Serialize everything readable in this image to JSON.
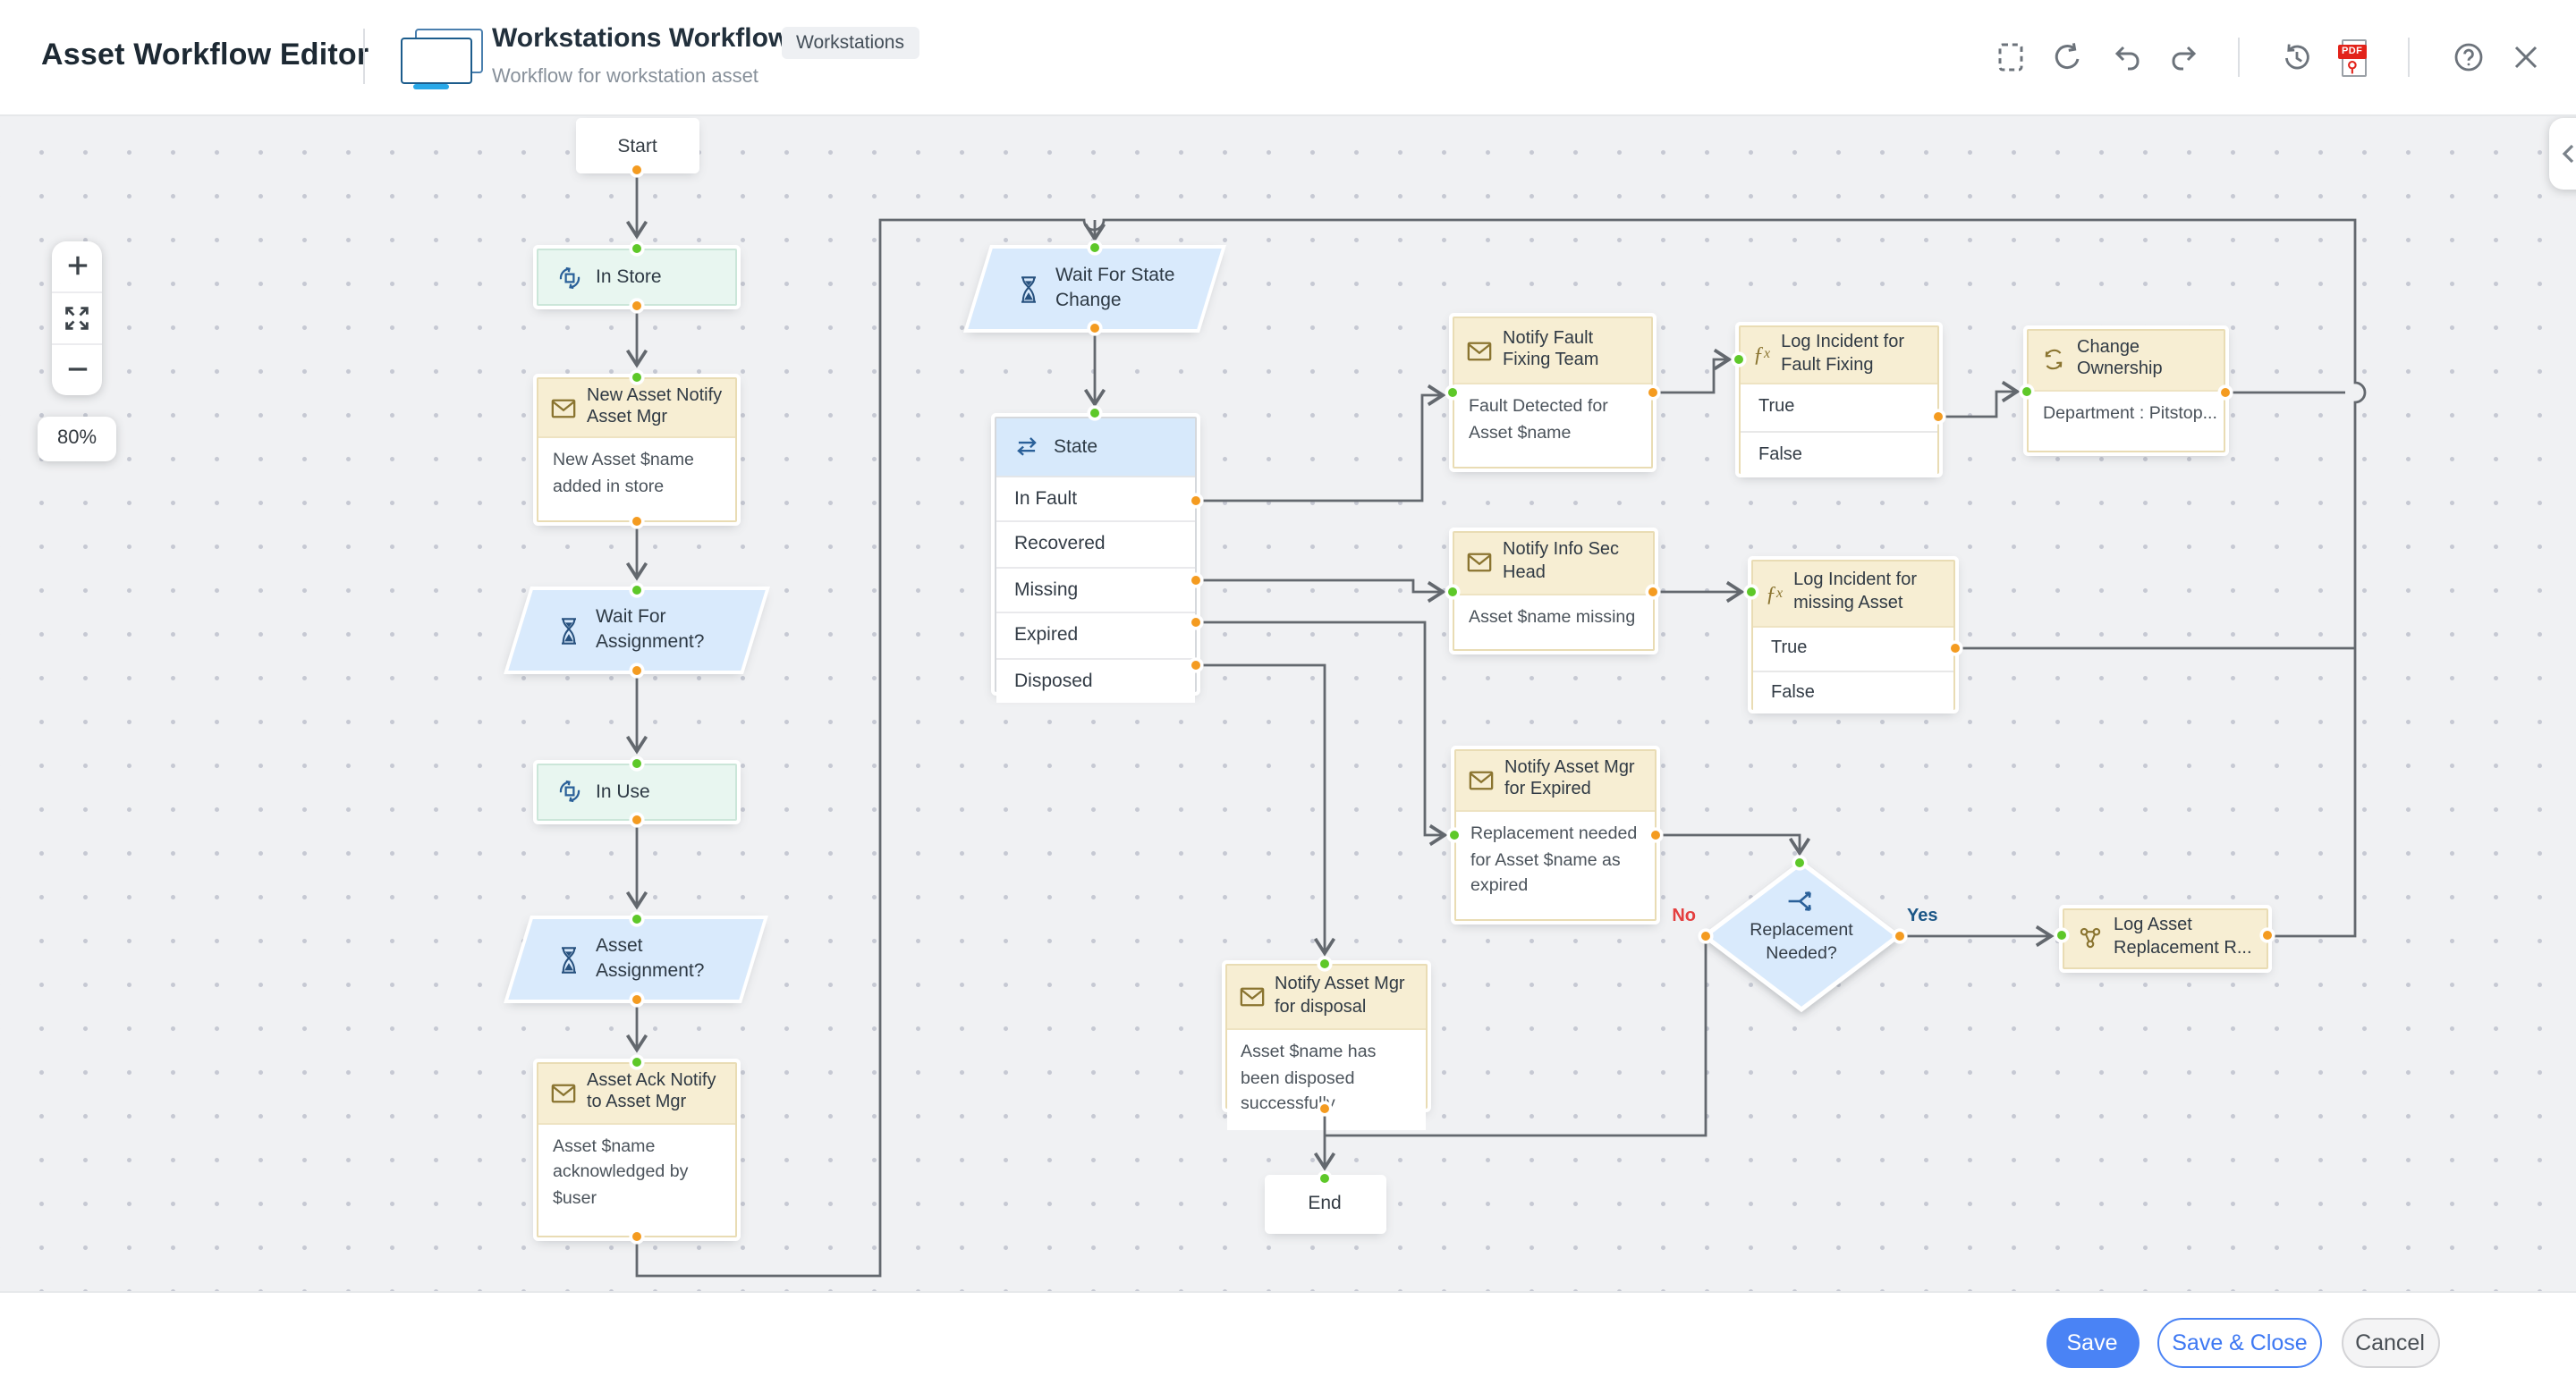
{
  "header": {
    "app_title": "Asset Workflow Editor",
    "workflow": {
      "title": "Workstations Workflow",
      "tag": "Workstations",
      "subtitle": "Workflow for workstation asset"
    },
    "toolbar": {
      "pdf_label": "PDF",
      "help_glyph": "?"
    }
  },
  "canvas": {
    "zoom_controls": {
      "zoom_level": "80%"
    },
    "edge_labels": {
      "no": "No",
      "yes": "Yes"
    },
    "nodes": {
      "start": {
        "label": "Start"
      },
      "in_store": {
        "label": "In Store"
      },
      "new_asset_notify": {
        "title": "New Asset Notify Asset Mgr",
        "body": "New Asset $name added in store"
      },
      "wait_for_assignment": {
        "title": "Wait For Assignment?"
      },
      "in_use": {
        "label": "In Use"
      },
      "asset_assignment": {
        "title": "Asset Assignment?"
      },
      "asset_ack_notify": {
        "title": "Asset Ack Notify to Asset Mgr",
        "body": "Asset $name acknowledged by $user"
      },
      "wait_for_state_change": {
        "title": "Wait For State Change"
      },
      "state": {
        "title": "State",
        "options": [
          "In Fault",
          "Recovered",
          "Missing",
          "Expired",
          "Disposed"
        ]
      },
      "notify_fault_fixing": {
        "title": "Notify Fault Fixing Team",
        "body": "Fault Detected for Asset $name"
      },
      "log_incident_fault": {
        "title": "Log Incident for Fault Fixing",
        "branches": [
          "True",
          "False"
        ]
      },
      "change_ownership": {
        "title": "Change Ownership",
        "body": "Department : Pitstop..."
      },
      "notify_info_sec": {
        "title": "Notify Info Sec Head",
        "body": "Asset $name missing"
      },
      "log_incident_missing": {
        "title": "Log Incident for missing Asset",
        "branches": [
          "True",
          "False"
        ]
      },
      "notify_expired": {
        "title": "Notify Asset Mgr for Expired",
        "body": "Replacement needed for Asset $name as expired"
      },
      "replacement_needed": {
        "title": "Replacement Needed?"
      },
      "log_asset_replacement": {
        "title": "Log Asset Replacement R..."
      },
      "notify_disposal": {
        "title": "Notify Asset Mgr for disposal",
        "body": "Asset $name has been disposed successfully"
      },
      "end": {
        "label": "End"
      }
    }
  },
  "footer": {
    "save": "Save",
    "save_close": "Save & Close",
    "cancel": "Cancel"
  },
  "colors": {
    "accent_blue": "#4a83f5",
    "port_in": "#5ec829",
    "port_out": "#f49b20",
    "connector": "#63686e",
    "node_header_cream": "#f7eed3",
    "state_blue": "#d7e9fb",
    "mint": "#e8f6f0",
    "parallelogram_blue": "#d9eafc",
    "no_red": "#e43f3f",
    "yes_blue": "#1c5787"
  }
}
